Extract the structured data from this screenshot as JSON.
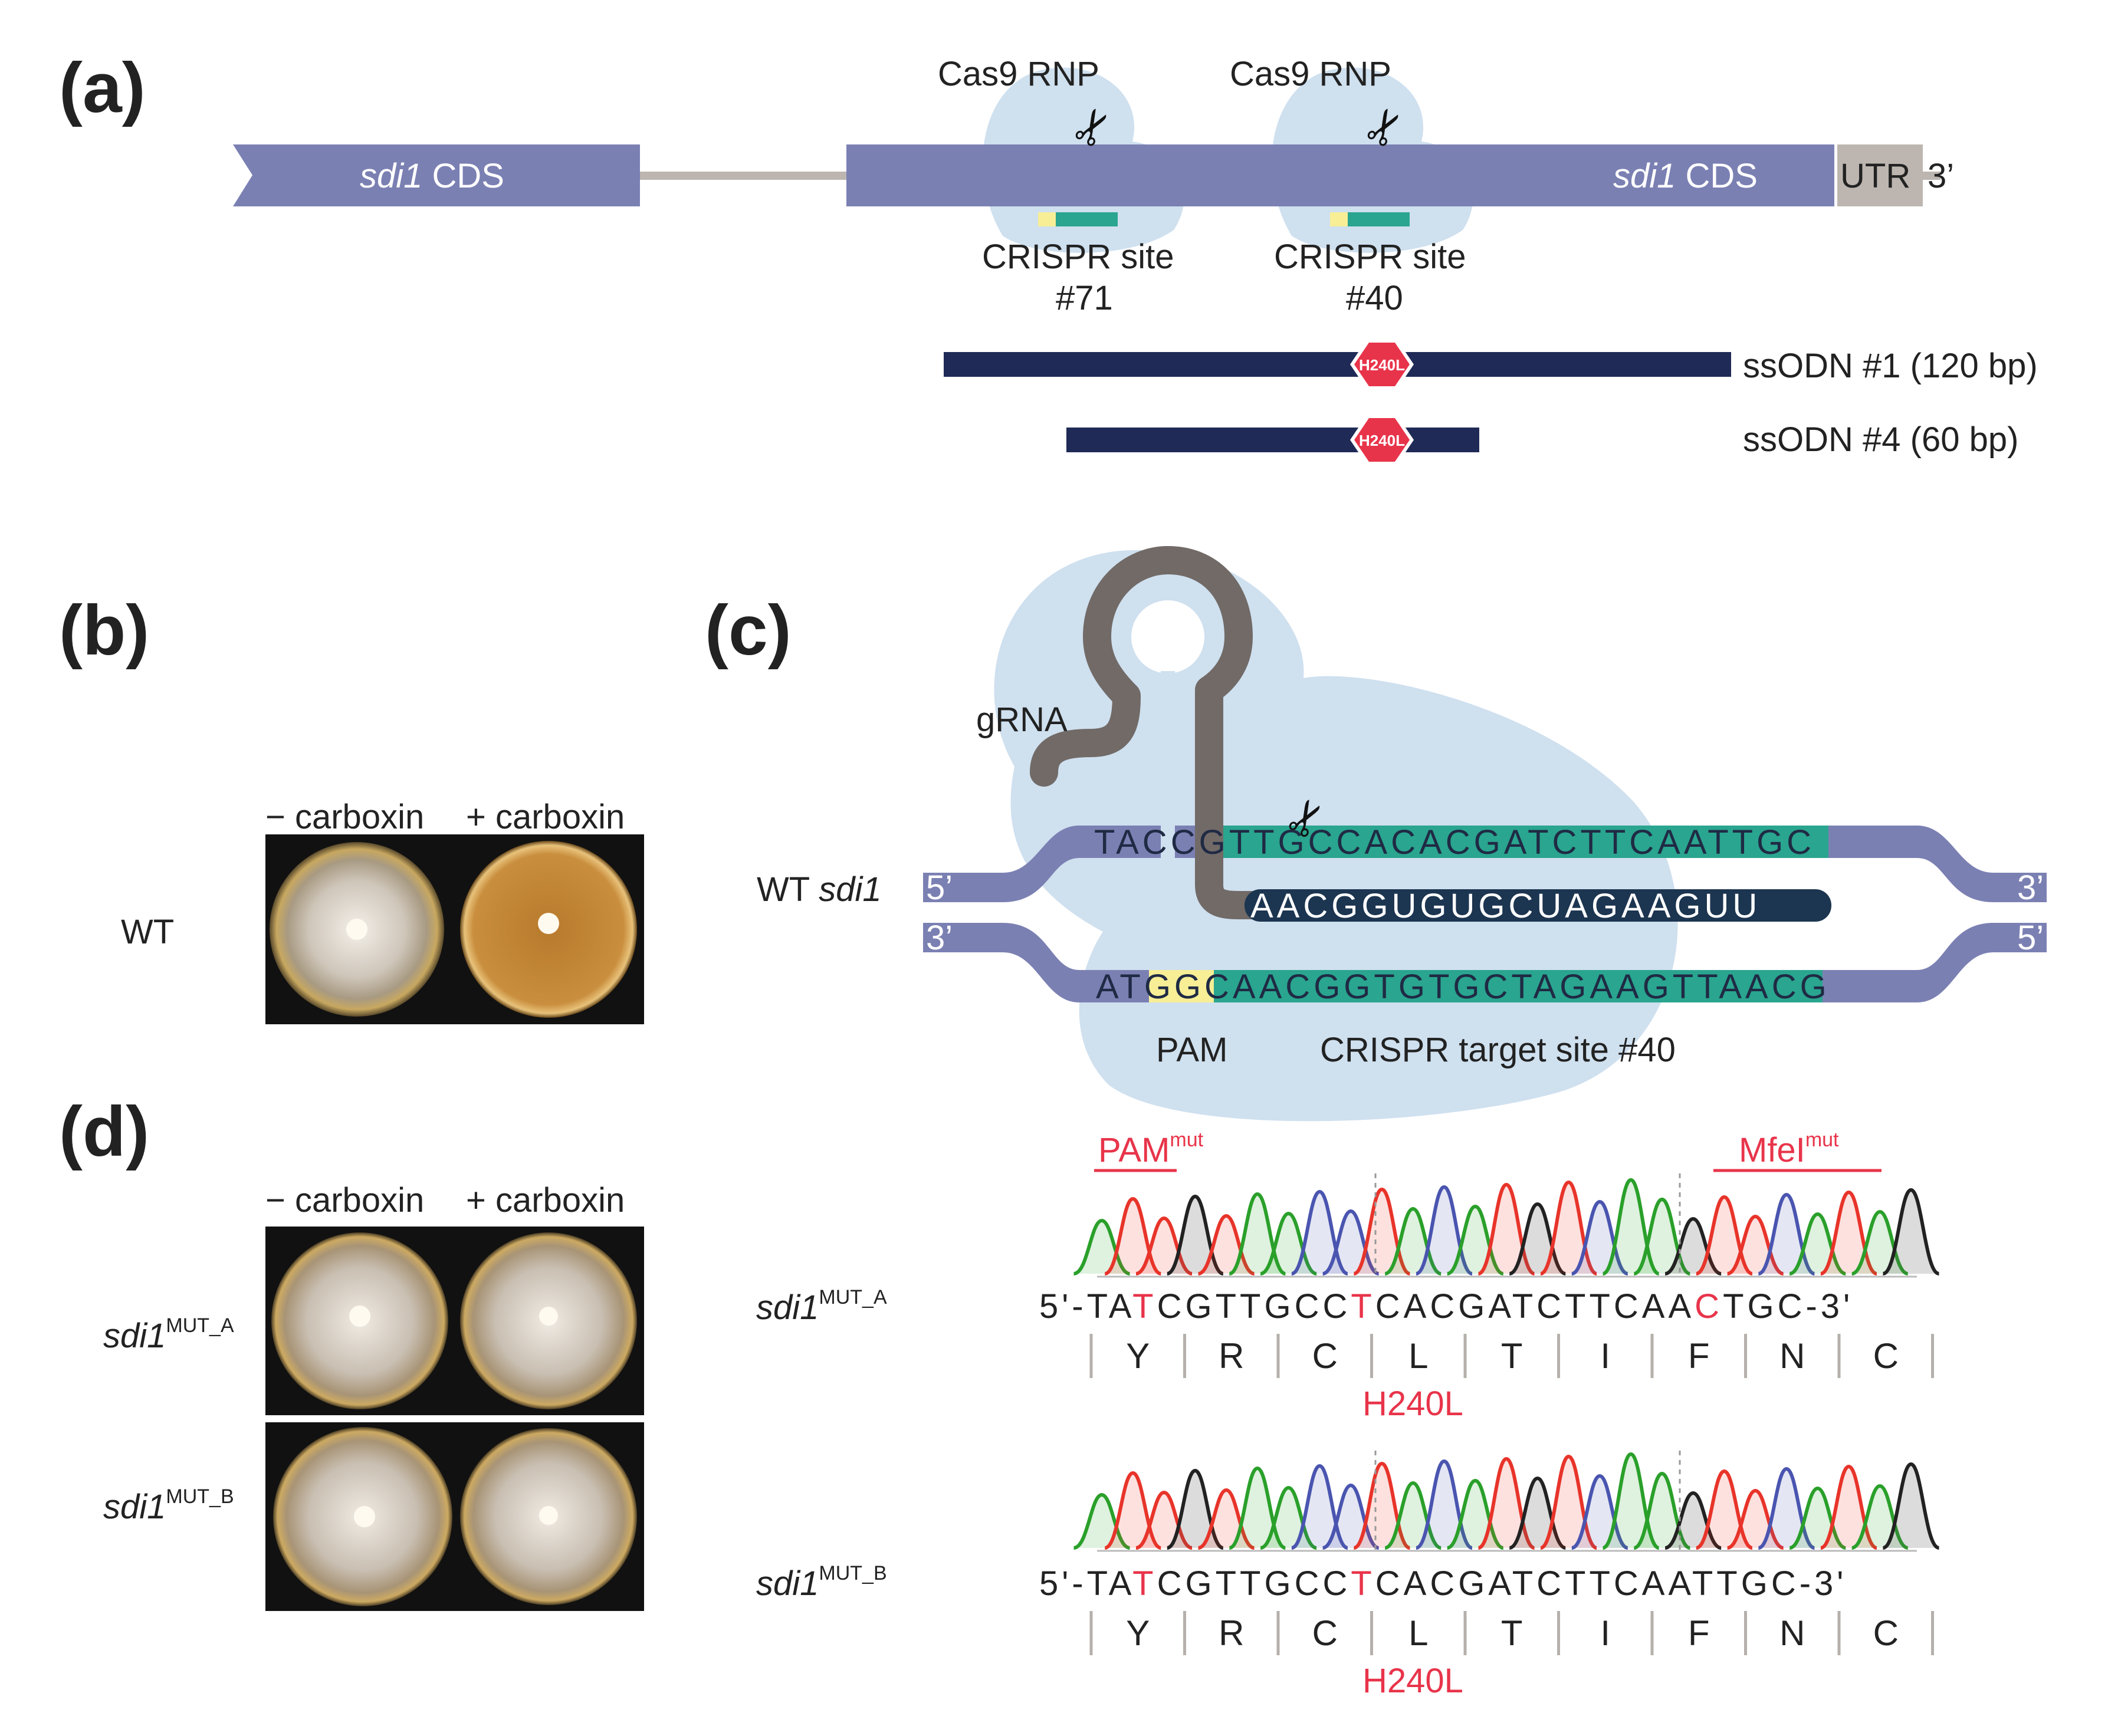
{
  "panels": {
    "a": "(a)",
    "b": "(b)",
    "c": "(c)",
    "d": "(d)"
  },
  "panel_a": {
    "cas9_label": "Cas9 RNP",
    "cds_label_gene": "sdi1",
    "cds_label_suffix": " CDS",
    "utr_label": "UTR",
    "three_prime": "3’",
    "crispr_71": {
      "line1": "CRISPR site",
      "line2": "#71"
    },
    "crispr_40": {
      "line1": "CRISPR site",
      "line2": "#40"
    },
    "mutation_badge": "H240L",
    "ssodn1": "ssODN #1 (120 bp)",
    "ssodn4": "ssODN #4 (60 bp)"
  },
  "panel_b": {
    "col_minus": "− carboxin",
    "col_plus": "+ carboxin",
    "row_wt": "WT"
  },
  "panel_c": {
    "grna_label": "gRNA",
    "wt_label_prefix": "WT ",
    "wt_label_gene": "sdi1",
    "five_prime": "5’",
    "three_prime": "3’",
    "top_strand": {
      "left": "TACCG",
      "mid": "TTGCCACACGATCTTCAAT",
      "right": "TGC"
    },
    "guide_rna": "AACGGUGUGCUAGAAGUU",
    "bottom_strand": {
      "left": "AT",
      "pam": "GGC",
      "mid": "AACGGTGTGCTAGAAGTTA",
      "right": "ACG"
    },
    "pam_label": "PAM",
    "target_label": "CRISPR target site #40"
  },
  "panel_d": {
    "col_minus": "− carboxin",
    "col_plus": "+ carboxin",
    "row_a_gene": "sdi1",
    "row_a_sup": "MUT_A",
    "row_b_gene": "sdi1",
    "row_b_sup": "MUT_B"
  },
  "sequencing": {
    "pam_mut": "PAM",
    "pam_mut_sup": "mut",
    "mfei_mut": "MfeI",
    "mfei_mut_sup": "mut",
    "trace_a": {
      "label_gene": "sdi1",
      "label_sup": "MUT_A",
      "seq_parts": [
        "5'-TA",
        "T",
        "CGTTGCC",
        "T",
        "CACGATCTTCAA",
        "C",
        "TGC-3'"
      ],
      "amino_acids": [
        "Y",
        "R",
        "C",
        "L",
        "T",
        "I",
        "F",
        "N",
        "C"
      ],
      "mutation": "H240L"
    },
    "trace_b": {
      "label_gene": "sdi1",
      "label_sup": "MUT_B",
      "seq_parts": [
        "5'-TA",
        "T",
        "CGTTGCC",
        "T",
        "CACGATCTTCAATTGC-3'"
      ],
      "amino_acids": [
        "Y",
        "R",
        "C",
        "L",
        "T",
        "I",
        "F",
        "N",
        "C"
      ],
      "mutation": "H240L"
    }
  },
  "colors": {
    "cds": "#7b80b3",
    "ssodn": "#1f2a56",
    "cloud": "#cfe0ef",
    "teal": "#2aa58f",
    "pam": "#f7ee96",
    "grna": "#716a67",
    "guide_bar": "#1c3550",
    "red": "#e8344a",
    "utr": "#bdb6b0",
    "intron": "#bdb6b0"
  }
}
